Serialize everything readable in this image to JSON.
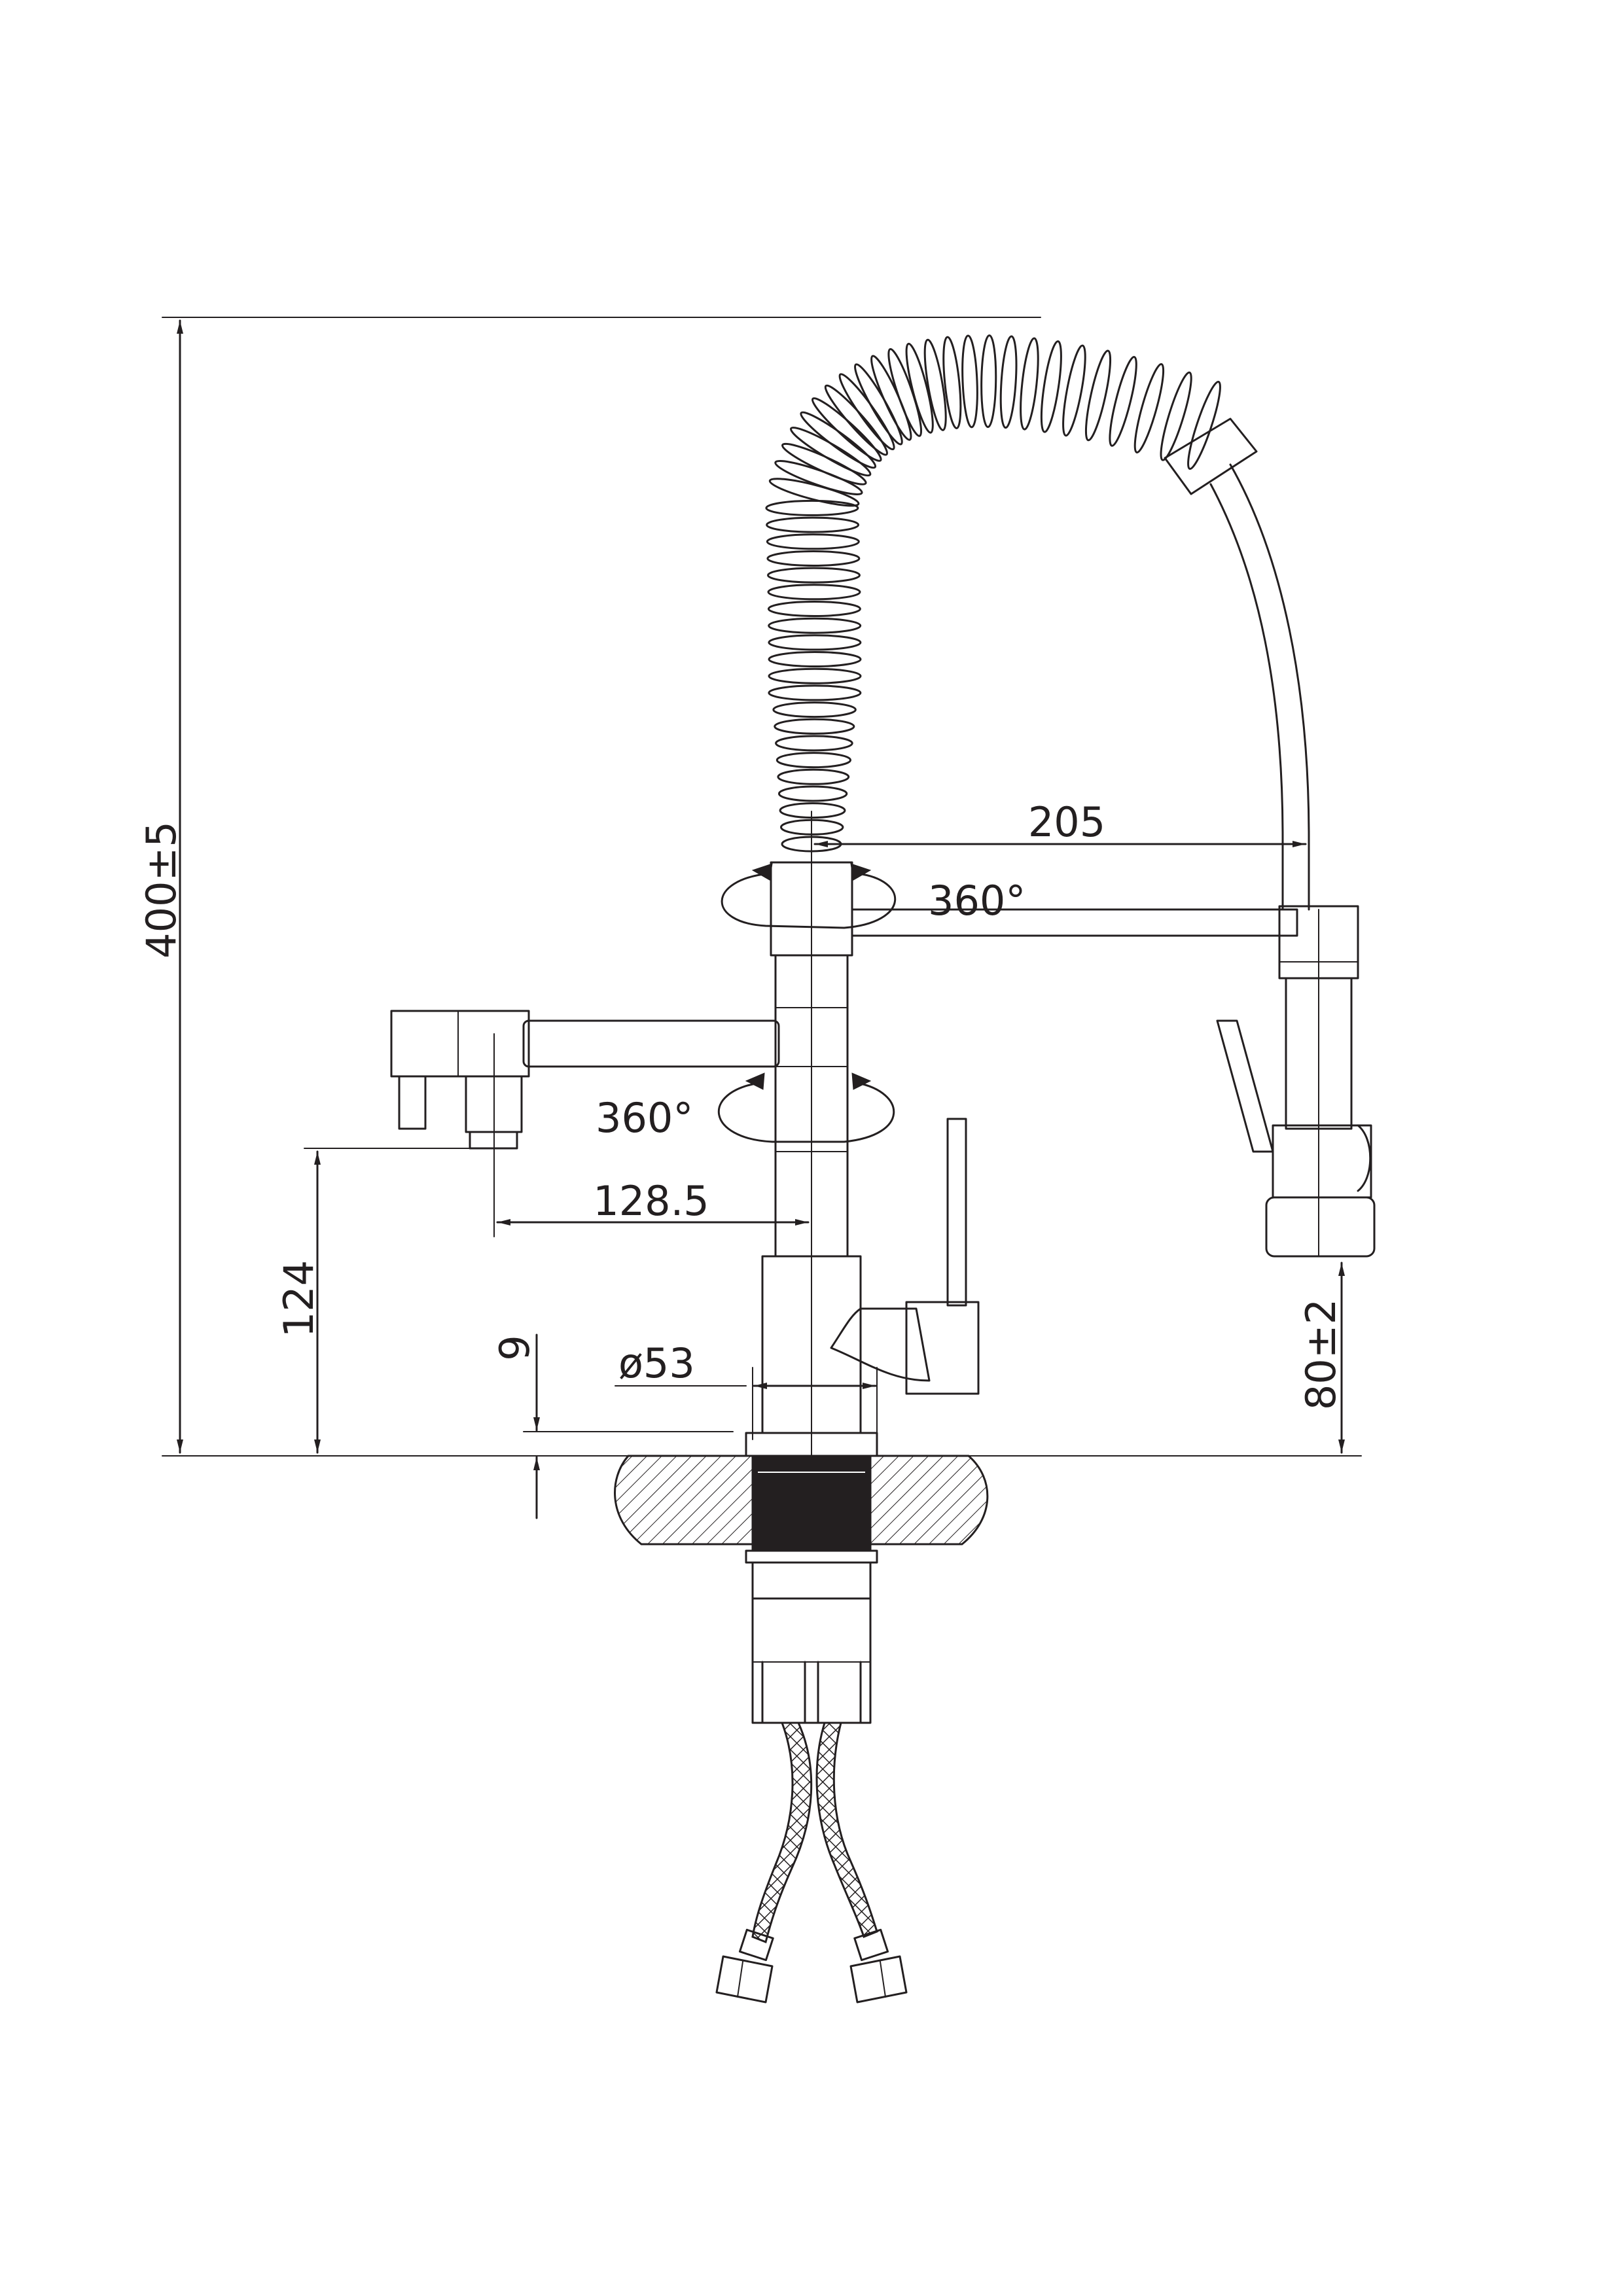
{
  "dimensions": {
    "total_height": "400±5",
    "spout_reach": "205",
    "spout_rotation": "360°",
    "side_spout_rotation": "360°",
    "side_spout_reach": "128.5",
    "side_spout_height": "124",
    "base_diameter": "ø53",
    "deck_thickness_offset": "9",
    "spray_head_clearance": "80±2"
  },
  "colors": {
    "line": "#231f20",
    "background": "#ffffff"
  }
}
